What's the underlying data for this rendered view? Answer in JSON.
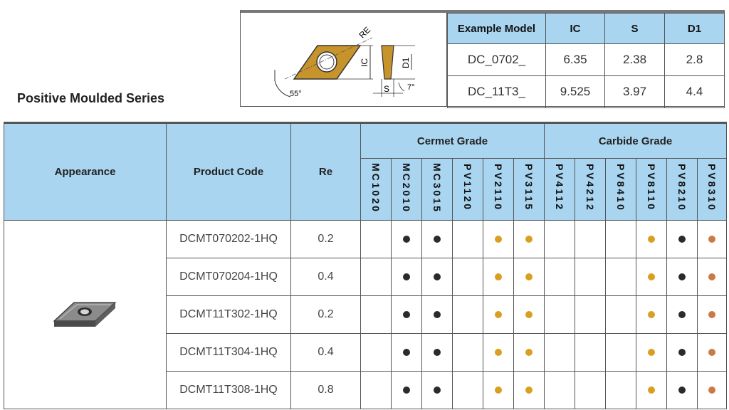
{
  "section_title": "Positive Moulded Series",
  "diagram": {
    "re_label": "RE",
    "ic_label": "IC",
    "d1_label": "D1",
    "s_label": "S",
    "angle_main": "55°",
    "angle_clear": "7°"
  },
  "example_table": {
    "headers": [
      "Example Model",
      "IC",
      "S",
      "D1"
    ],
    "rows": [
      {
        "model": "DC_0702_",
        "ic": "6.35",
        "s": "2.38",
        "d1": "2.8"
      },
      {
        "model": "DC_11T3_",
        "ic": "9.525",
        "s": "3.97",
        "d1": "4.4"
      }
    ]
  },
  "main_table": {
    "headers": {
      "appearance": "Appearance",
      "product_code": "Product Code",
      "re": "Re",
      "cermet_group": "Cermet Grade",
      "carbide_group": "Carbide Grade"
    },
    "grades": [
      "MC1020",
      "MC2010",
      "MC3015",
      "PV1120",
      "PV2110",
      "PV3115",
      "PV4112",
      "PV4212",
      "PV8410",
      "PV8110",
      "PV8210",
      "PV8310"
    ],
    "dot_colors": {
      "black": "#2b2b2b",
      "gold": "#d9a020",
      "copper": "#c97a45"
    },
    "rows": [
      {
        "code": "DCMT070202-1HQ",
        "re": "0.2",
        "marks": [
          "",
          "black",
          "black",
          "",
          "gold",
          "gold",
          "",
          "",
          "",
          "gold",
          "black",
          "copper"
        ]
      },
      {
        "code": "DCMT070204-1HQ",
        "re": "0.4",
        "marks": [
          "",
          "black",
          "black",
          "",
          "gold",
          "gold",
          "",
          "",
          "",
          "gold",
          "black",
          "copper"
        ]
      },
      {
        "code": "DCMT11T302-1HQ",
        "re": "0.2",
        "marks": [
          "",
          "black",
          "black",
          "",
          "gold",
          "gold",
          "",
          "",
          "",
          "gold",
          "black",
          "copper"
        ]
      },
      {
        "code": "DCMT11T304-1HQ",
        "re": "0.4",
        "marks": [
          "",
          "black",
          "black",
          "",
          "gold",
          "gold",
          "",
          "",
          "",
          "gold",
          "black",
          "copper"
        ]
      },
      {
        "code": "DCMT11T308-1HQ",
        "re": "0.8",
        "marks": [
          "",
          "black",
          "black",
          "",
          "gold",
          "gold",
          "",
          "",
          "",
          "gold",
          "black",
          "copper"
        ]
      }
    ]
  }
}
